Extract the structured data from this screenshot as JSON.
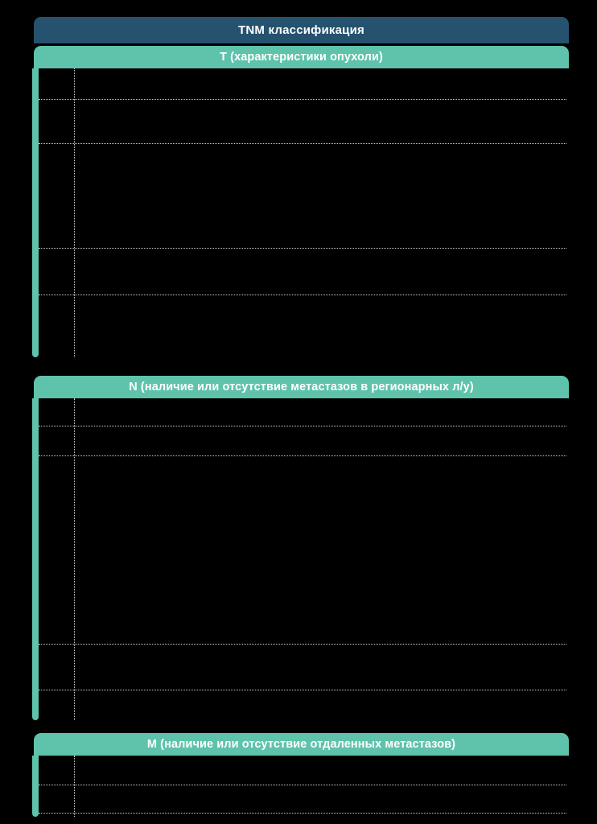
{
  "document": {
    "title": "TNM классификация",
    "background_color": "#000000",
    "title_bar_color": "#24526f",
    "section_header_color": "#5fc3ab",
    "separator_color": "#c9cfd6",
    "text_color": "#ffffff"
  },
  "sections": [
    {
      "id": "T",
      "header": "Т (характеристики опухоли)",
      "rows": [
        {
          "code": "",
          "description": ""
        },
        {
          "code": "",
          "description": ""
        },
        {
          "code": "",
          "description": ""
        },
        {
          "code": "",
          "description": ""
        },
        {
          "code": "",
          "description": ""
        }
      ]
    },
    {
      "id": "N",
      "header": "N (наличие или отсутствие метастазов в регионарных л/у)",
      "rows": [
        {
          "code": "",
          "description": ""
        },
        {
          "code": "",
          "description": ""
        },
        {
          "code": "",
          "description": ""
        },
        {
          "code": "",
          "description": ""
        },
        {
          "code": "",
          "description": ""
        }
      ]
    },
    {
      "id": "M",
      "header": "M (наличие или отсутствие отдаленных метастазов)",
      "rows": [
        {
          "code": "",
          "description": ""
        },
        {
          "code": "",
          "description": ""
        }
      ]
    }
  ]
}
